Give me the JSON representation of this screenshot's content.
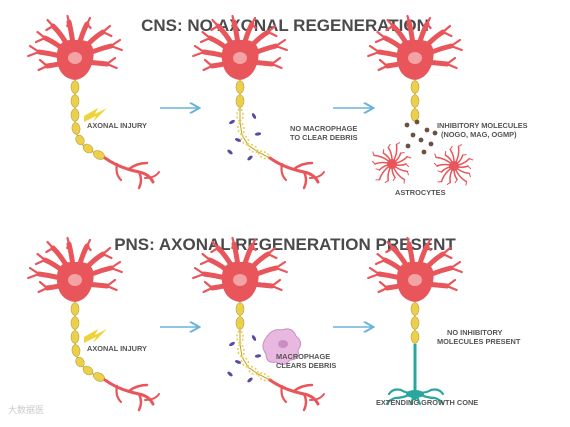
{
  "cns": {
    "title": "CNS: NO AXONAL REGENERATION",
    "panel1_label": "AXONAL INJURY",
    "panel2_label_line1": "NO MACROPHAGE",
    "panel2_label_line2": "TO CLEAR DEBRIS",
    "panel3_label_line1": "INHIBITORY MOLECULES",
    "panel3_label_line2": "(NOGO, MAG, OGMP)",
    "astrocytes_label": "ASTROCYTES"
  },
  "pns": {
    "title": "PNS: AXONAL REGENERATION PRESENT",
    "panel1_label": "AXONAL INJURY",
    "panel2_label_line1": "MACROPHAGE",
    "panel2_label_line2": "CLEARS DEBRIS",
    "panel3_label_line1": "NO INHIBITORY",
    "panel3_label_line2": "MOLECULES PRESENT",
    "growth_cone_label": "EXTENDING GROWTH CONE"
  },
  "watermark": "大数据医",
  "colors": {
    "neuron": "#e8555a",
    "nucleus": "#f4a3a5",
    "myelin": "#eccf4a",
    "myelin_dark": "#b8a23a",
    "axon": "#f2e6b8",
    "arrow": "#6ab3d6",
    "debris": "#5a4aa0",
    "inhibitory": "#6b5044",
    "astrocyte": "#e8555a",
    "macrophage": "#e8b8e0",
    "growth_cone": "#2aa79c",
    "bolt": "#f0d23a",
    "heading": "#4a4a4a",
    "label": "#555555"
  }
}
